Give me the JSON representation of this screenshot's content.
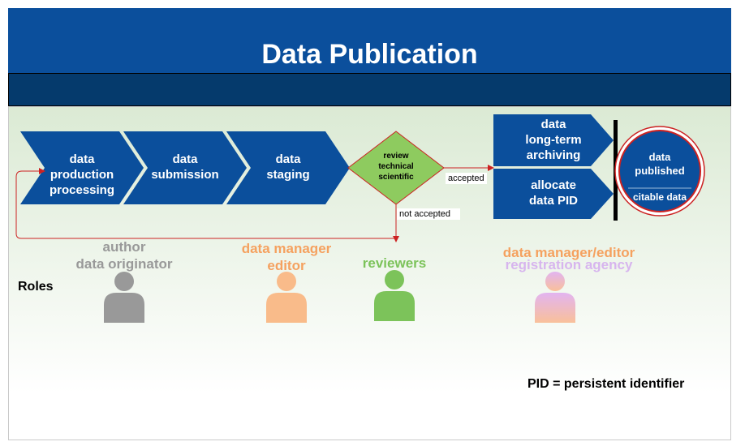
{
  "title": "Data Publication",
  "steps": {
    "production": [
      "data",
      "production",
      "processing"
    ],
    "submission": [
      "data",
      "submission"
    ],
    "staging": [
      "data",
      "staging"
    ],
    "review": [
      "review",
      "technical",
      "scientific"
    ],
    "archiving": [
      "data",
      "long-term",
      "archiving"
    ],
    "pid": [
      "allocate",
      "data PID"
    ]
  },
  "published": {
    "top": [
      "data",
      "published"
    ],
    "bottom": "citable data"
  },
  "flow_labels": {
    "accepted": "accepted",
    "not_accepted": "not accepted"
  },
  "roles_label": "Roles",
  "roles": {
    "author": [
      "author",
      "data originator"
    ],
    "manager": [
      "data manager",
      "editor"
    ],
    "reviewers": "reviewers",
    "registration": [
      "data manager/editor",
      "registration agency"
    ]
  },
  "footnote": "PID = persistent identifier",
  "colors": {
    "title_bar": "#0b4f9c",
    "step": "#0b4f9c",
    "review": "#8ecb5f",
    "author": "#999999",
    "manager": "#f5a15f",
    "reviewers": "#7cc35a",
    "registration": "#d7b5ee",
    "arrow": "#cc2222"
  }
}
